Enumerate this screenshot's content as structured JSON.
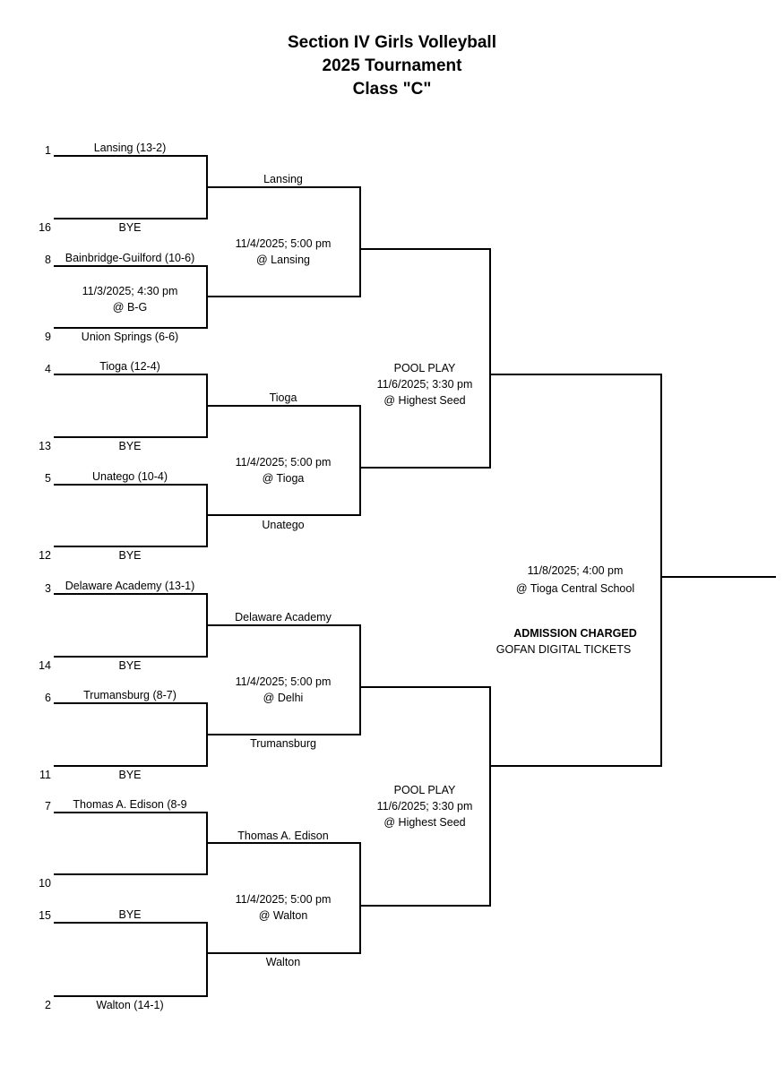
{
  "header": {
    "line1": "Section IV Girls Volleyball",
    "line2": "2025 Tournament",
    "line3": "Class \"C\""
  },
  "round1": [
    {
      "seed": "1",
      "team": "Lansing (13-2)"
    },
    {
      "seed": "16",
      "team": "BYE"
    },
    {
      "seed": "8",
      "team": "Bainbridge-Guilford (10-6)"
    },
    {
      "seed": "9",
      "team": "Union Springs (6-6)"
    },
    {
      "seed": "4",
      "team": "Tioga (12-4)"
    },
    {
      "seed": "13",
      "team": "BYE"
    },
    {
      "seed": "5",
      "team": "Unatego (10-4)"
    },
    {
      "seed": "12",
      "team": "BYE"
    },
    {
      "seed": "3",
      "team": "Delaware Academy (13-1)"
    },
    {
      "seed": "14",
      "team": "BYE"
    },
    {
      "seed": "6",
      "team": "Trumansburg (8-7)"
    },
    {
      "seed": "11",
      "team": "BYE"
    },
    {
      "seed": "7",
      "team": "Thomas A. Edison (8-9"
    },
    {
      "seed": "10",
      "team": ""
    },
    {
      "seed": "15",
      "team": "BYE"
    },
    {
      "seed": "2",
      "team": "Walton (14-1)"
    }
  ],
  "round1_game": {
    "line1": "11/3/2025; 4:30 pm",
    "line2": "@ B-G"
  },
  "round2": [
    {
      "team": "Lansing"
    },
    {
      "team": ""
    },
    {
      "team": "Tioga"
    },
    {
      "team": "Unatego"
    },
    {
      "team": "Delaware Academy"
    },
    {
      "team": "Trumansburg"
    },
    {
      "team": "Thomas A. Edison"
    },
    {
      "team": "Walton"
    }
  ],
  "round2_games": [
    {
      "line1": "11/4/2025; 5:00 pm",
      "line2": "@ Lansing"
    },
    {
      "line1": "11/4/2025; 5:00 pm",
      "line2": "@ Tioga"
    },
    {
      "line1": "11/4/2025; 5:00 pm",
      "line2": "@ Delhi"
    },
    {
      "line1": "11/4/2025; 5:00 pm",
      "line2": "@ Walton"
    }
  ],
  "pool_games": [
    {
      "line1": "POOL PLAY",
      "line2": "11/6/2025; 3:30 pm",
      "line3": "@ Highest Seed"
    },
    {
      "line1": "POOL PLAY",
      "line2": "11/6/2025; 3:30 pm",
      "line3": "@ Highest Seed"
    }
  ],
  "final_game": {
    "line1": "11/8/2025; 4:00 pm",
    "line2": "@ Tioga Central School",
    "admission": "ADMISSION CHARGED",
    "tickets": "GOFAN DIGITAL TICKETS"
  }
}
